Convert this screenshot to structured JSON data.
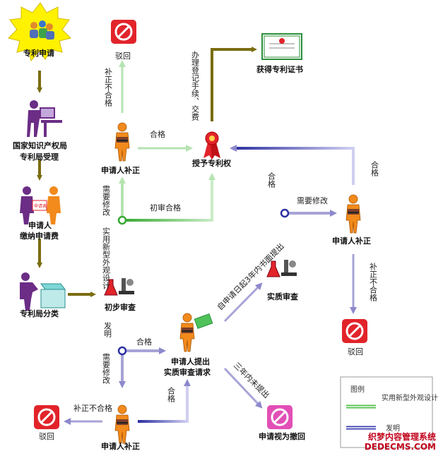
{
  "nodes": {
    "patent_apply": "专利申请",
    "reject_top": "驳回",
    "certificate": "获得专利证书",
    "office_accept_1": "国家知识产权局",
    "office_accept_2": "专利局受理",
    "applicant_fix_top": "申请人补正",
    "grant": "授予专利权",
    "pay_1": "申请人",
    "pay_2": "缴纳申请费",
    "applicant_fix_right": "申请人补正",
    "classify": "专利局分类",
    "prelim_exam": "初步审查",
    "substantive_exam": "实质审查",
    "reject_right": "驳回",
    "request_1": "申请人提出",
    "request_2": "实质审查请求",
    "reject_bottom": "驳回",
    "applicant_fix_bottom": "申请人补正",
    "withdrawn": "申请视为撤回",
    "form_sign": "申请表"
  },
  "edges": {
    "not_qualified_top": "补正不合格",
    "pass_top": "合格",
    "register": "办理登记手续、交费",
    "need_edit_left": "需要修改",
    "prelim_pass": "初审合格",
    "utility_design": "实用新型外观设计",
    "pass_mid_right": "合格",
    "need_edit_right": "需要修改",
    "pass_far_right": "合格",
    "not_qualified_right": "补正不合格",
    "invention": "发明",
    "pass_mid": "合格",
    "within_3yr": "自申请日起3年内书面提出",
    "need_edit_bottom": "需要修改",
    "not_within_3yr": "三年内未提出",
    "not_qualified_bottom": "补正不合格",
    "pass_bottom": "合格"
  },
  "legend": {
    "title": "图例",
    "utility_label": "实用新型外观设计",
    "invention_label": "发明"
  },
  "colors": {
    "olive": "#7a6d10",
    "green": "#53c24f",
    "blue": "#3a3fb0",
    "purple": "#a7a3d6",
    "reject_red": "#e2232a",
    "withdraw_pink": "#e24fb6",
    "burst_yellow": "#fff200",
    "person_orange": "#f28a1c"
  },
  "watermark": {
    "line1": "织梦内容管理系统",
    "line2": "DEDECMS.COM"
  }
}
